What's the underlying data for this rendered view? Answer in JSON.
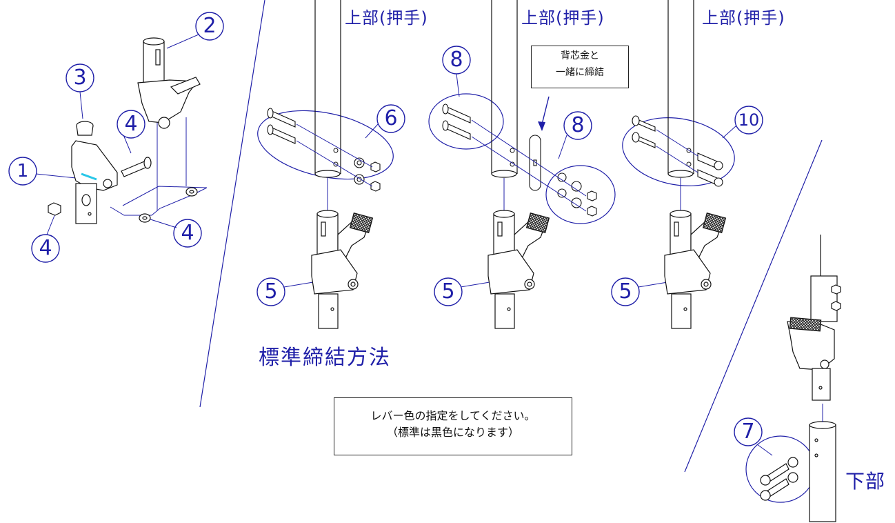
{
  "headers": [
    "上部(押手)",
    "上部(押手)",
    "上部(押手)"
  ],
  "title": "標準締結方法",
  "bottom_label": "下部",
  "notes": {
    "back_core": [
      "背芯金と",
      "一緒に締結"
    ],
    "lever": [
      "レバー色の指定をしてください。",
      "（標準は黒色になります）"
    ]
  },
  "callouts": [
    "1",
    "2",
    "3",
    "4",
    "4",
    "4",
    "5",
    "5",
    "5",
    "6",
    "7",
    "8",
    "8",
    "10"
  ],
  "colors": {
    "line": "#1f1fa8",
    "ink": "#111111"
  }
}
